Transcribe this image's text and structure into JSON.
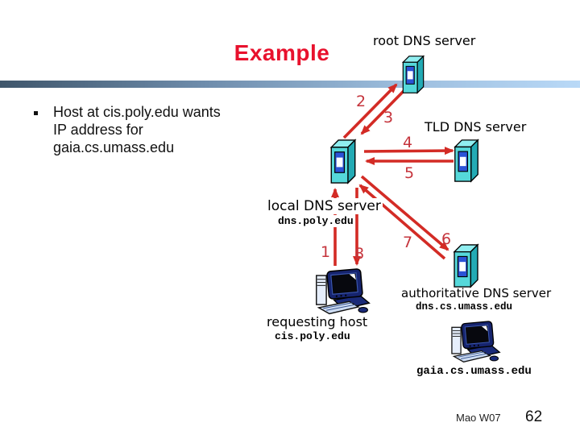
{
  "slide": {
    "title": "Example",
    "bullet": {
      "lines": [
        "Host at cis.poly.edu wants",
        "IP address for",
        "gaia.cs.umass.edu"
      ]
    }
  },
  "nodes": {
    "root": {
      "label": "root DNS server"
    },
    "tld": {
      "label": "TLD DNS server"
    },
    "local": {
      "label": "local DNS server",
      "hostname": "dns.poly.edu"
    },
    "auth": {
      "label": "authoritative DNS server",
      "hostname": "dns.cs.umass.edu"
    },
    "host": {
      "label": "requesting host",
      "hostname": "cis.poly.edu"
    },
    "target": {
      "hostname": "gaia.cs.umass.edu"
    }
  },
  "steps": [
    {
      "label": "1"
    },
    {
      "label": "2"
    },
    {
      "label": "3"
    },
    {
      "label": "4"
    },
    {
      "label": "5"
    },
    {
      "label": "6"
    },
    {
      "label": "7"
    },
    {
      "label": "8"
    }
  ],
  "footer": {
    "author": "Mao W07",
    "page": "62"
  },
  "colors": {
    "title_red": "#e8112d",
    "arrow_red": "#d32b25",
    "step_red": "#c5343c",
    "server_teal_front": "#55d8da",
    "server_teal_side": "#23aab4",
    "server_teal_top": "#90eef0",
    "server_screen_blue": "#2b53d6",
    "bar_gradient_left": "#3f566b",
    "bar_gradient_right": "#b9d9f7"
  }
}
